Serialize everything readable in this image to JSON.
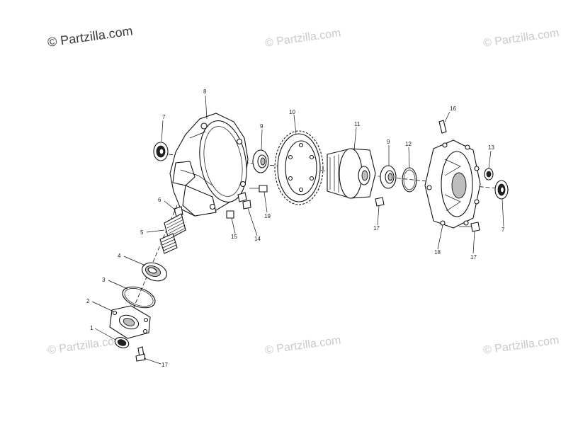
{
  "watermark_main": "© Partzilla.com",
  "watermark_repeat": "© Partzilla.com",
  "colors": {
    "background": "#ffffff",
    "line": "#111111",
    "watermark": "#c9c9c9"
  },
  "callouts": {
    "c1": "1",
    "c2": "2",
    "c3": "3",
    "c4": "4",
    "c5": "5",
    "c6": "6",
    "c7a": "7",
    "c7b": "7",
    "c8": "8",
    "c9a": "9",
    "c9b": "9",
    "c10": "10",
    "c11": "11",
    "c12": "12",
    "c13": "13",
    "c14": "14",
    "c15": "15",
    "c16": "16",
    "c17a": "17",
    "c17b": "17",
    "c17c": "17",
    "c18": "18",
    "c19": "19"
  }
}
